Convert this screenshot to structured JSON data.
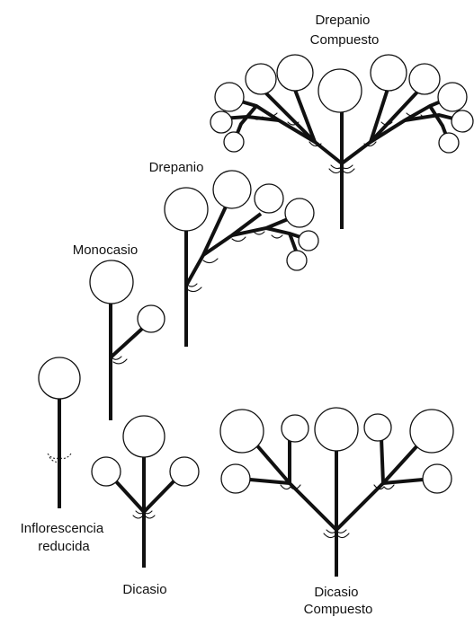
{
  "labels": {
    "drepanio_compuesto": [
      "Drepanio",
      "Compuesto"
    ],
    "drepanio": "Drepanio",
    "monocasio": "Monocasio",
    "inflorescencia_reducida": [
      "Inflorescencia",
      "reducida"
    ],
    "dicasio": "Dicasio",
    "dicasio_compuesto": [
      "Dicasio",
      "Compuesto"
    ]
  },
  "colors": {
    "ink": "#111111",
    "background": "#ffffff"
  }
}
